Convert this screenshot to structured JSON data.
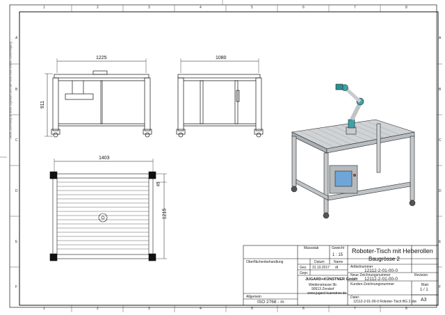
{
  "border": {
    "top_columns": [
      "1",
      "2",
      "3",
      "4",
      "5",
      "6",
      "7",
      "8"
    ],
    "bottom_columns": [
      "1",
      "2",
      "3",
      "4",
      "5",
      "6",
      "7",
      "8"
    ],
    "rows": [
      "A",
      "B",
      "C",
      "D",
      "E",
      "F"
    ]
  },
  "side_note": "Diese Zeichnung ist unser Eigentum und darf nicht ohne unsere Genehmigung ...",
  "views": {
    "front_width": "1225",
    "front_height": "911",
    "side_width": "1080",
    "top_width": "1403",
    "top_height": "1215",
    "top_offset": "45"
  },
  "title_block": {
    "title_line1": "Roboter-Tisch mit Heberollen",
    "title_line2": "Baugrösse 2",
    "scale_label": "Massstab",
    "scale_value": "1 : 15",
    "weight_label": "Gewicht",
    "date_label": "Datum",
    "name_label": "Name",
    "drawn_label": "Gez.",
    "drawn_date": "31.10.2017",
    "drawn_name": "dt",
    "checked_label": "Gepr.",
    "surface_label": "Oberflächenbehandlung",
    "company_name": "JUGARD+KÜNSTNER GmbH",
    "company_addr1": "Weidenstrasse 9b",
    "company_addr2": "90513 Zirndorf",
    "company_web": "www.jugard-kuenstner.de",
    "tolerance_label": "Allgemein",
    "tolerance_value": "ISO 2768 - m",
    "article_label": "Artikelnummer",
    "article_value": "12112-2-01-00-0",
    "drawing_no_label": "Neue Zeichnungsnummer",
    "drawing_no_value": "12112-2-01-00-0",
    "old_drawing_label": "Kunden-Zeichnungsnummer",
    "file_label": "Datei:",
    "file_value": "12112-2-01-00-0 Roboter-Tisch BG 2.idw",
    "revision_label": "Revision",
    "sheet_label": "Blatt",
    "sheet_value": "1 / 1",
    "format_value": "A3"
  }
}
